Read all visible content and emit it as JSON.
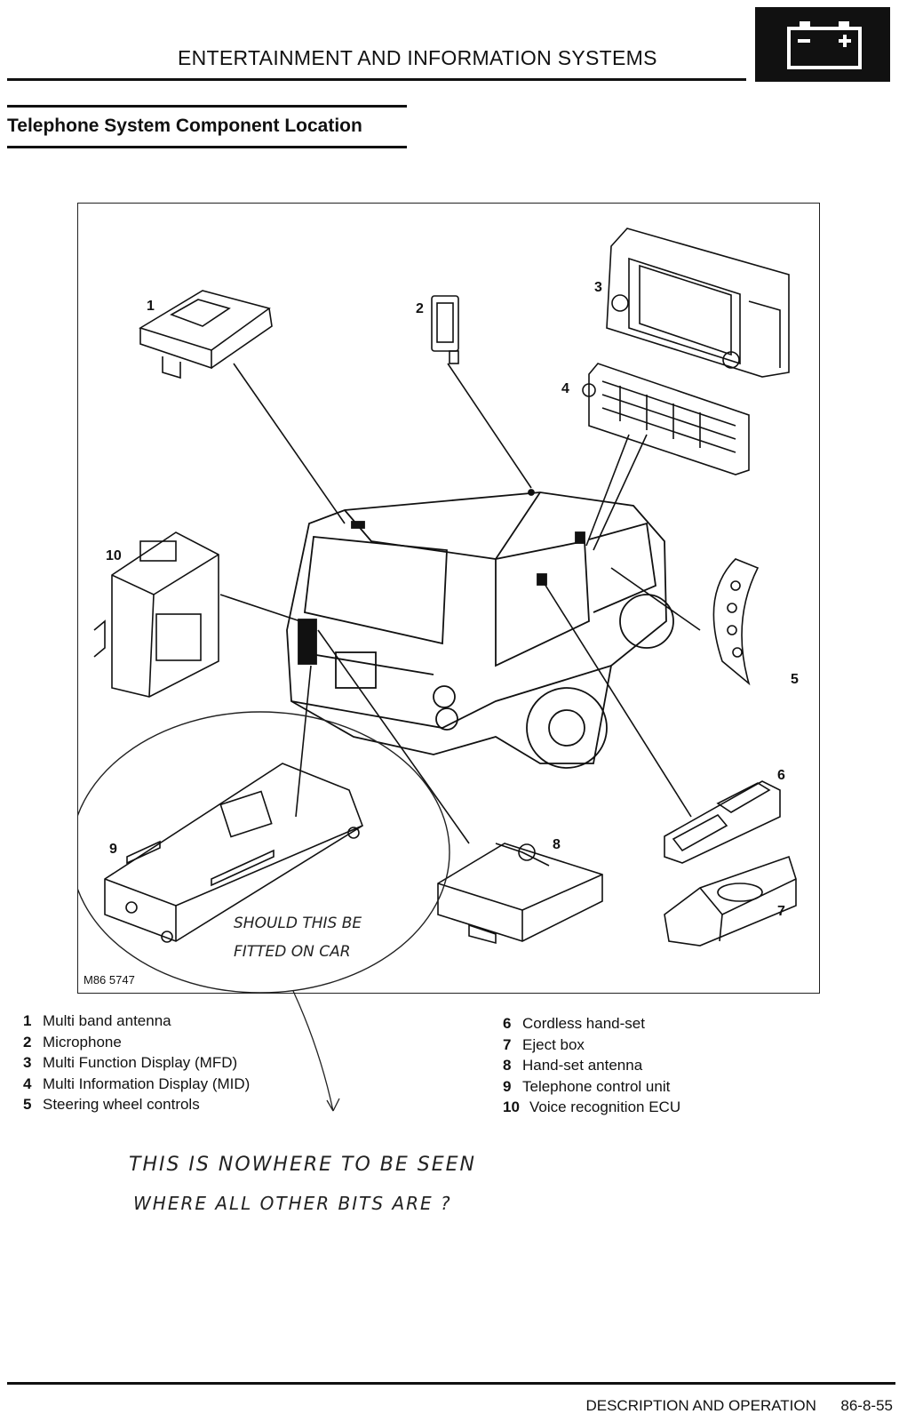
{
  "header": {
    "title": "ENTERTAINMENT AND INFORMATION SYSTEMS",
    "badge_icon": "battery-icon"
  },
  "section": {
    "title": "Telephone System Component Location"
  },
  "figure": {
    "ref": "M86 5747",
    "callouts": [
      "1",
      "2",
      "3",
      "4",
      "5",
      "6",
      "7",
      "8",
      "9",
      "10"
    ]
  },
  "legend": {
    "left": [
      {
        "num": "1",
        "label": "Multi band antenna"
      },
      {
        "num": "2",
        "label": "Microphone"
      },
      {
        "num": "3",
        "label": "Multi Function Display (MFD)"
      },
      {
        "num": "4",
        "label": "Multi Information Display (MID)"
      },
      {
        "num": "5",
        "label": "Steering wheel controls"
      }
    ],
    "right": [
      {
        "num": "6",
        "label": "Cordless hand-set"
      },
      {
        "num": "7",
        "label": "Eject box"
      },
      {
        "num": "8",
        "label": "Hand-set antenna"
      },
      {
        "num": "9",
        "label": "Telephone control unit"
      },
      {
        "num": "10",
        "label": "Voice recognition ECU"
      }
    ]
  },
  "annotations": {
    "circle_note_1": "SHOULD THIS BE",
    "circle_note_2": "FITTED ON CAR",
    "bottom_note_1": "THIS IS NOWHERE TO BE SEEN",
    "bottom_note_2": "WHERE ALL OTHER BITS ARE ?"
  },
  "footer": {
    "section": "DESCRIPTION AND OPERATION",
    "page": "86-8-55"
  }
}
